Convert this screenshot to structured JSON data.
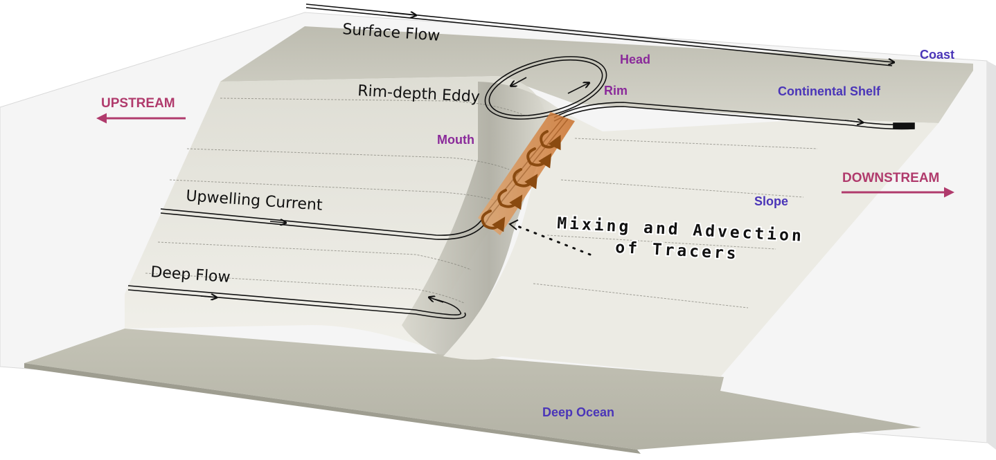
{
  "colors": {
    "terrain_light": "#e8e7e0",
    "terrain_dark": "#b9b8ac",
    "shelf_top": "#c9c8bd",
    "box_back": "#f4f4f4",
    "flow_line": "#111111",
    "eddy_orange": "#d4782a",
    "region_purple": "#8a2a9a",
    "feature_blue": "#4a35b8",
    "direction_magenta": "#b03a6c"
  },
  "flows": {
    "surface": "Surface Flow",
    "rim_eddy": "Rim-depth Eddy",
    "upwelling": "Upwelling Current",
    "deep": "Deep Flow"
  },
  "canyon": {
    "head": "Head",
    "rim": "Rim",
    "mouth": "Mouth"
  },
  "features": {
    "coast": "Coast",
    "shelf": "Continental Shelf",
    "slope": "Slope",
    "deep_ocean": "Deep Ocean"
  },
  "directions": {
    "upstream": "UPSTREAM",
    "downstream": "DOWNSTREAM"
  },
  "mixing": {
    "line1": "Mixing and Advection",
    "line2": "of Tracers"
  }
}
